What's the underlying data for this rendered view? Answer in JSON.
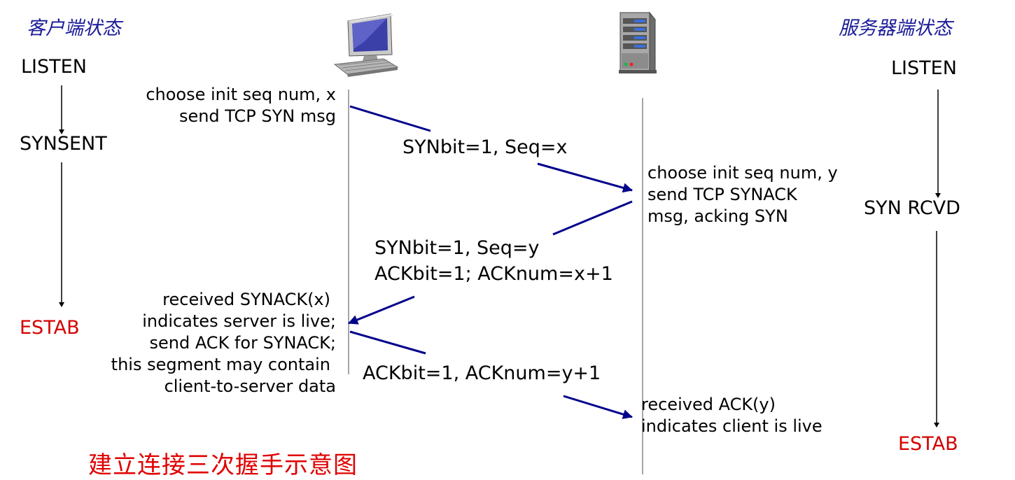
{
  "client_header": "客户端状态",
  "server_header": "服务器端状态",
  "client_states": {
    "listen": "LISTEN",
    "synsent": "SYNSENT",
    "estab": "ESTAB"
  },
  "server_states": {
    "listen": "LISTEN",
    "synrcvd": "SYN RCVD",
    "estab": "ESTAB"
  },
  "client_notes": {
    "syn_line1": "choose init seq num, x",
    "syn_line2": "send TCP SYN msg",
    "ack_line1": "received SYNACK(x)",
    "ack_line2": "indicates server is live;",
    "ack_line3": "send ACK for SYNACK;",
    "ack_line4": "this segment may contain",
    "ack_line5": "client-to-server data"
  },
  "server_notes": {
    "synack_line1": "choose init seq num, y",
    "synack_line2": "send TCP SYNACK",
    "synack_line3": "msg, acking SYN",
    "ack_line1": "received ACK(y)",
    "ack_line2": "indicates client is live"
  },
  "messages": {
    "syn": "SYNbit=1, Seq=x",
    "synack_line1": "SYNbit=1, Seq=y",
    "synack_line2": "ACKbit=1; ACKnum=x+1",
    "ack": "ACKbit=1, ACKnum=y+1"
  },
  "caption": "建立连接三次握手示意图",
  "icons": {
    "client": "computer-icon",
    "server": "server-icon"
  },
  "colors": {
    "header": "#1a1a99",
    "estab": "#d40000",
    "caption": "#e00000",
    "arrow": "#00008b"
  }
}
